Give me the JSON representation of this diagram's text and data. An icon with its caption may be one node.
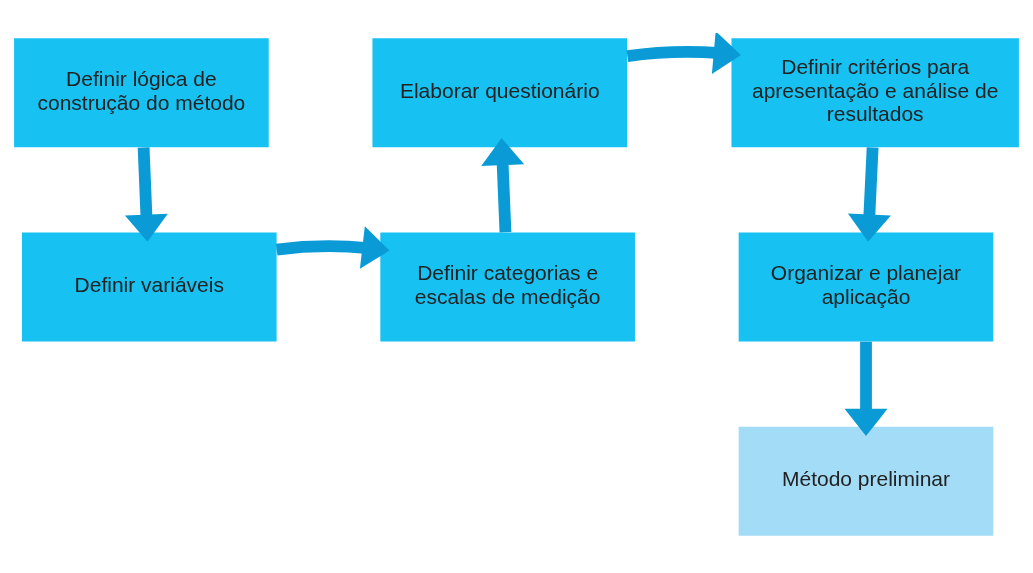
{
  "diagram": {
    "nodes": [
      {
        "text": [
          "Definir lógica de construção do método"
        ]
      },
      {
        "text": [
          "Definir variáveis"
        ]
      },
      {
        "text": [
          "Definir categorias e escalas de medição"
        ]
      },
      {
        "text": [
          "Elaborar questionário"
        ]
      },
      {
        "text": [
          "Definir critérios para apresentação e análise de resultados"
        ]
      },
      {
        "text": [
          "Organizar e planejar aplicação"
        ]
      },
      {
        "text": [
          "Método preliminar"
        ]
      }
    ],
    "edges": [
      {
        "from": 0,
        "to": 1,
        "arrow": "to"
      },
      {
        "from": 1,
        "to": 2,
        "arrow": "to"
      },
      {
        "from": 2,
        "to": 3,
        "arrow": "to"
      },
      {
        "from": 3,
        "to": 4,
        "arrow": "to"
      },
      {
        "from": 4,
        "to": 5,
        "arrow": "to"
      },
      {
        "from": 5,
        "to": 6,
        "arrow": "to"
      }
    ]
  }
}
